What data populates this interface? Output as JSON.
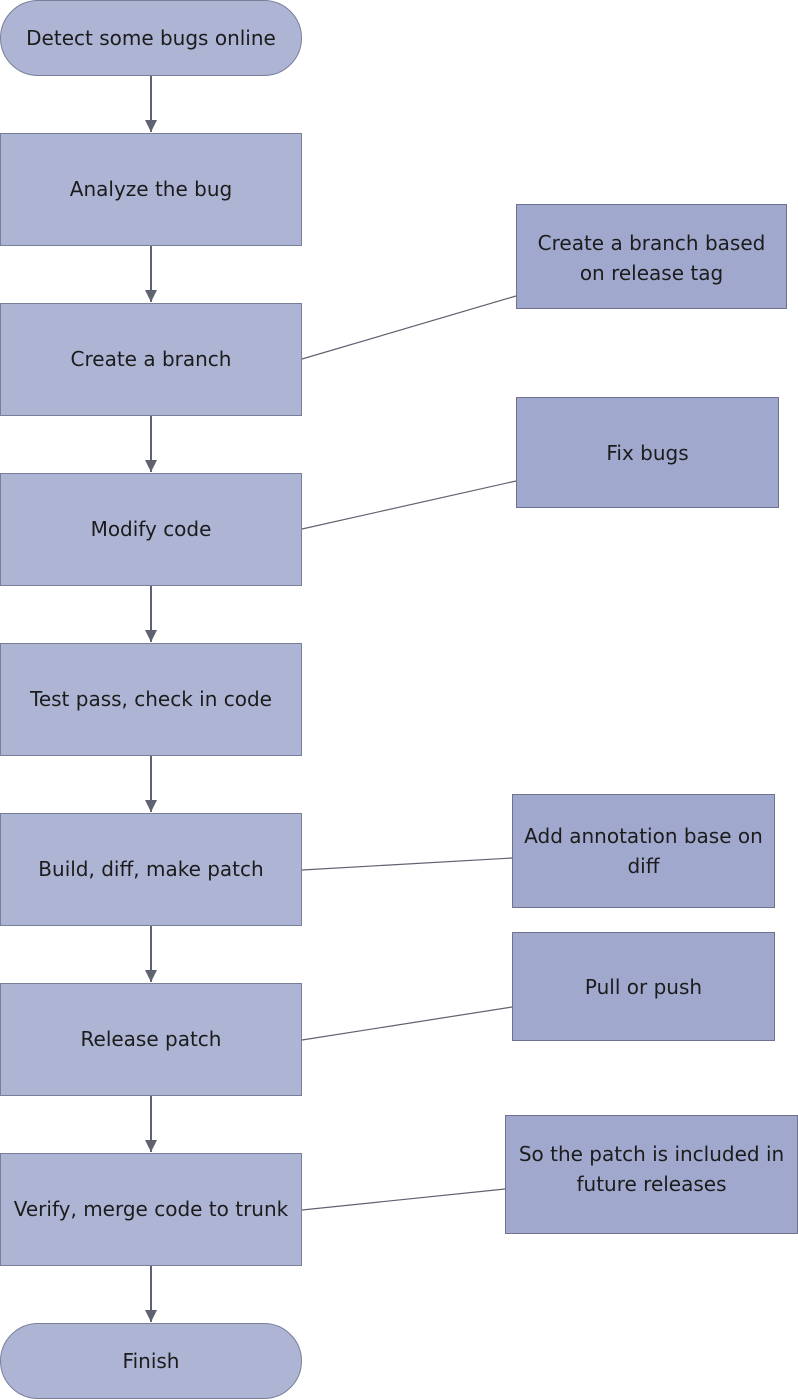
{
  "diagram": {
    "start": "Detect some bugs online",
    "steps": [
      "Analyze the bug",
      "Create a branch",
      "Modify code",
      "Test pass, check in code",
      "Build, diff, make patch",
      "Release patch",
      "Verify,  merge code to trunk"
    ],
    "end": "Finish",
    "notes": [
      "Create a branch based on release tag",
      "Fix bugs",
      "Add annotation base on diff",
      "Pull or push",
      "So the patch is included in future releases"
    ]
  },
  "colors": {
    "node_fill": "#aeb4d4",
    "note_fill": "#a1a8ce",
    "border": "#7a7f99",
    "connector": "#5f6270"
  }
}
